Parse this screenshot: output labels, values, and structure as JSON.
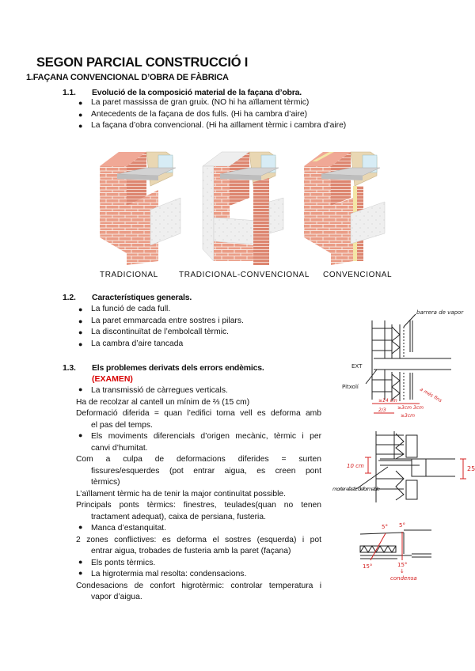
{
  "document": {
    "title": "SEGON PARCIAL CONSTRUCCIÓ I",
    "section1": {
      "heading": "1.FAÇANA CONVENCIONAL D’OBRA DE FÀBRICA",
      "sub1": {
        "number": "1.1.",
        "heading": "Evolució de la composició material de la façana d’obra.",
        "bullets": [
          "La paret massissa de gran gruix. (NO hi ha aïllament tèrmic)",
          "Antecedents de la façana de dos fulls. (Hi ha cambra d’aire)",
          "La façana d’obra convencional. (Hi ha aïllament tèrmic i cambra d’aire)"
        ],
        "figures": [
          {
            "icon": "wall-section-traditional-illustration",
            "caption": "TRADICIONAL"
          },
          {
            "icon": "wall-section-traditional-conventional-illustration",
            "caption": "TRADICIONAL-CONVENCIONAL"
          },
          {
            "icon": "wall-section-conventional-illustration",
            "caption": "CONVENCIONAL"
          }
        ]
      },
      "sub2": {
        "number": "1.2.",
        "heading": "Característiques generals.",
        "bullets": [
          "La funció de cada full.",
          "La paret emmarcada entre sostres i pilars.",
          "La discontinuïtat de l’embolcall tèrmic.",
          "La cambra d’aire tancada"
        ]
      },
      "sub3": {
        "number": "1.3.",
        "heading": "Els problemes derivats dels errors endèmics.",
        "tag": "(EXAMEN)",
        "items": [
          {
            "type": "bullet",
            "lines": [
              "La transmissió de càrregues verticals."
            ]
          },
          {
            "type": "para",
            "lines": [
              "Ha de recolzar al cantell un mínim de ⅔ (15 cm)"
            ]
          },
          {
            "type": "para",
            "lines": [
              "Deformació diferida = quan l’edifici torna vell es deforma amb",
              "el pas del temps."
            ]
          },
          {
            "type": "bullet",
            "lines": [
              "Els moviments diferencials d’origen mecànic, tèrmic i per",
              "canvi d’humitat."
            ]
          },
          {
            "type": "para",
            "lines": [
              "Com a culpa de deformacions diferides = surten",
              "fissures/esquerdes (pot entrar aigua, es creen pont",
              "tèrmics)"
            ]
          },
          {
            "type": "para",
            "lines": [
              "L’aïllament tèrmic ha de tenir la major continuïtat possible."
            ]
          },
          {
            "type": "para",
            "lines": [
              "Principals ponts tèrmics: finestres, teulades(quan no tenen",
              "tractament adequat), caixa de persiana, fusteria."
            ]
          },
          {
            "type": "bullet",
            "lines": [
              "Manca d’estanquitat."
            ]
          },
          {
            "type": "para",
            "lines": [
              "2 zones conflictives: es deforma el sostres (esquerda) i pot",
              "entrar aigua, trobades de fusteria amb la paret (façana)"
            ]
          },
          {
            "type": "bullet",
            "lines": [
              "Els ponts tèrmics."
            ]
          },
          {
            "type": "bullet",
            "lines": [
              "La higrotermia mal resolta: condensacions."
            ]
          },
          {
            "type": "para",
            "lines": [
              "Condesacions de confort higrotèrmic: controlar temperatura i",
              "vapor d’aigua."
            ]
          }
        ]
      }
    },
    "sketches": {
      "sketch1": {
        "labels": {
          "vapor_barrier": "barrera de vapor",
          "exterior": "EXT",
          "brick": "Pitxolí",
          "red_note": "a més fins",
          "dim_total": "≥14 cm",
          "dim_third": "2/3",
          "dim_a": "≥3cm",
          "dim_b": "3cm",
          "dim_c": "≥3cm"
        }
      },
      "sketch2": {
        "labels": {
          "left_dim": "10 cm",
          "right_dim": "25",
          "mortar": "morter elàstic deformable"
        }
      },
      "sketch3": {
        "labels": {
          "t1": "5°",
          "t2": "5°",
          "t3": "15°",
          "t4": "15°",
          "condensa": "condensa"
        }
      }
    },
    "colors": {
      "accent_red": "#d80000",
      "brick": "#e5907a",
      "sketch_red": "#d42020"
    }
  }
}
